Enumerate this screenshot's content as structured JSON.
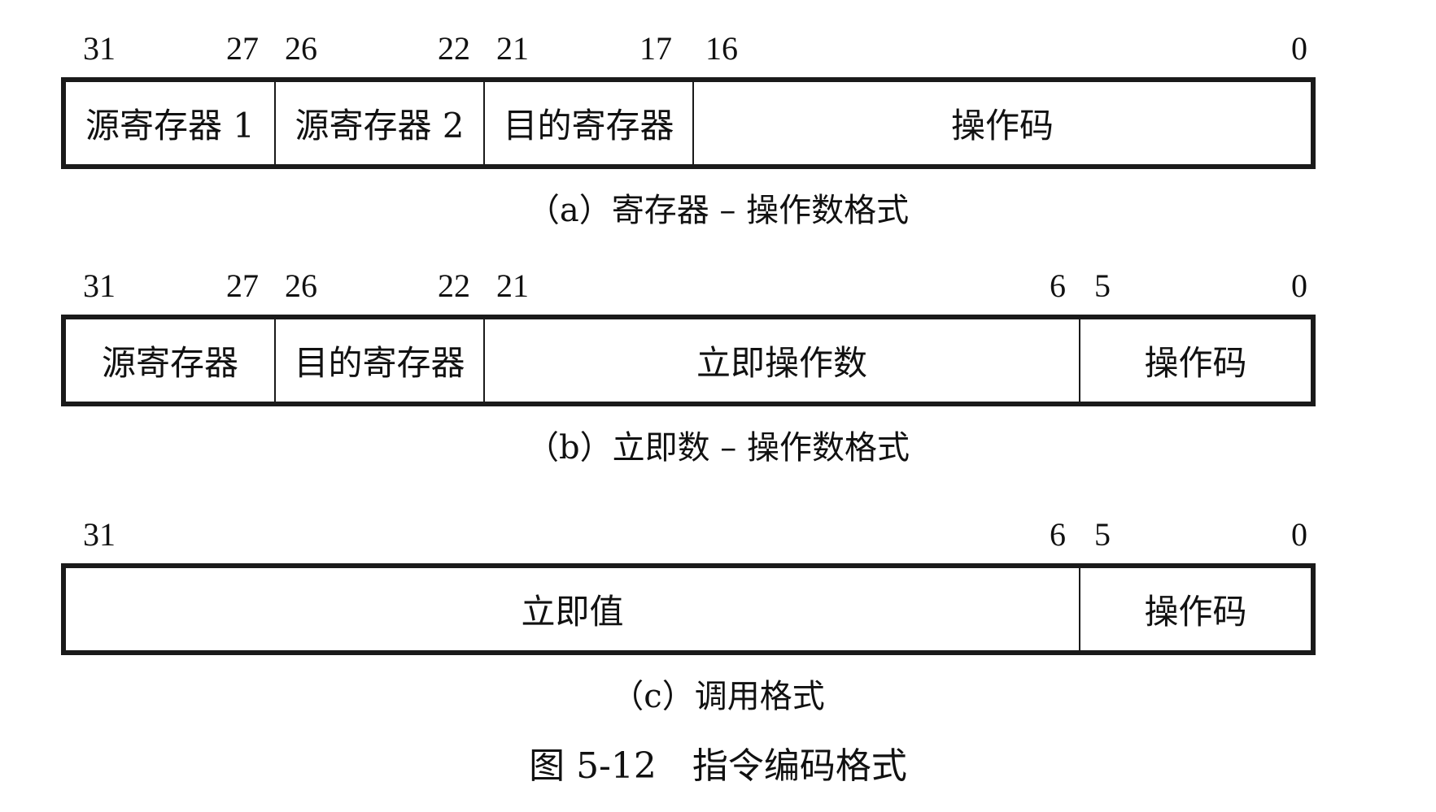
{
  "figure_title": "图 5-12　指令编码格式",
  "formats": [
    {
      "caption": "（a）寄存器 – 操作数格式",
      "bits": [
        "31",
        "27",
        "26",
        "22",
        "21",
        "17",
        "16",
        "0"
      ],
      "fields": [
        "源寄存器 1",
        "源寄存器 2",
        "目的寄存器",
        "操作码"
      ]
    },
    {
      "caption": "（b）立即数 – 操作数格式",
      "bits": [
        "31",
        "27",
        "26",
        "22",
        "21",
        "6",
        "5",
        "0"
      ],
      "fields": [
        "源寄存器",
        "目的寄存器",
        "立即操作数",
        "操作码"
      ]
    },
    {
      "caption": "（c）调用格式",
      "bits": [
        "31",
        "6",
        "5",
        "0"
      ],
      "fields": [
        "立即值",
        "操作码"
      ]
    }
  ]
}
